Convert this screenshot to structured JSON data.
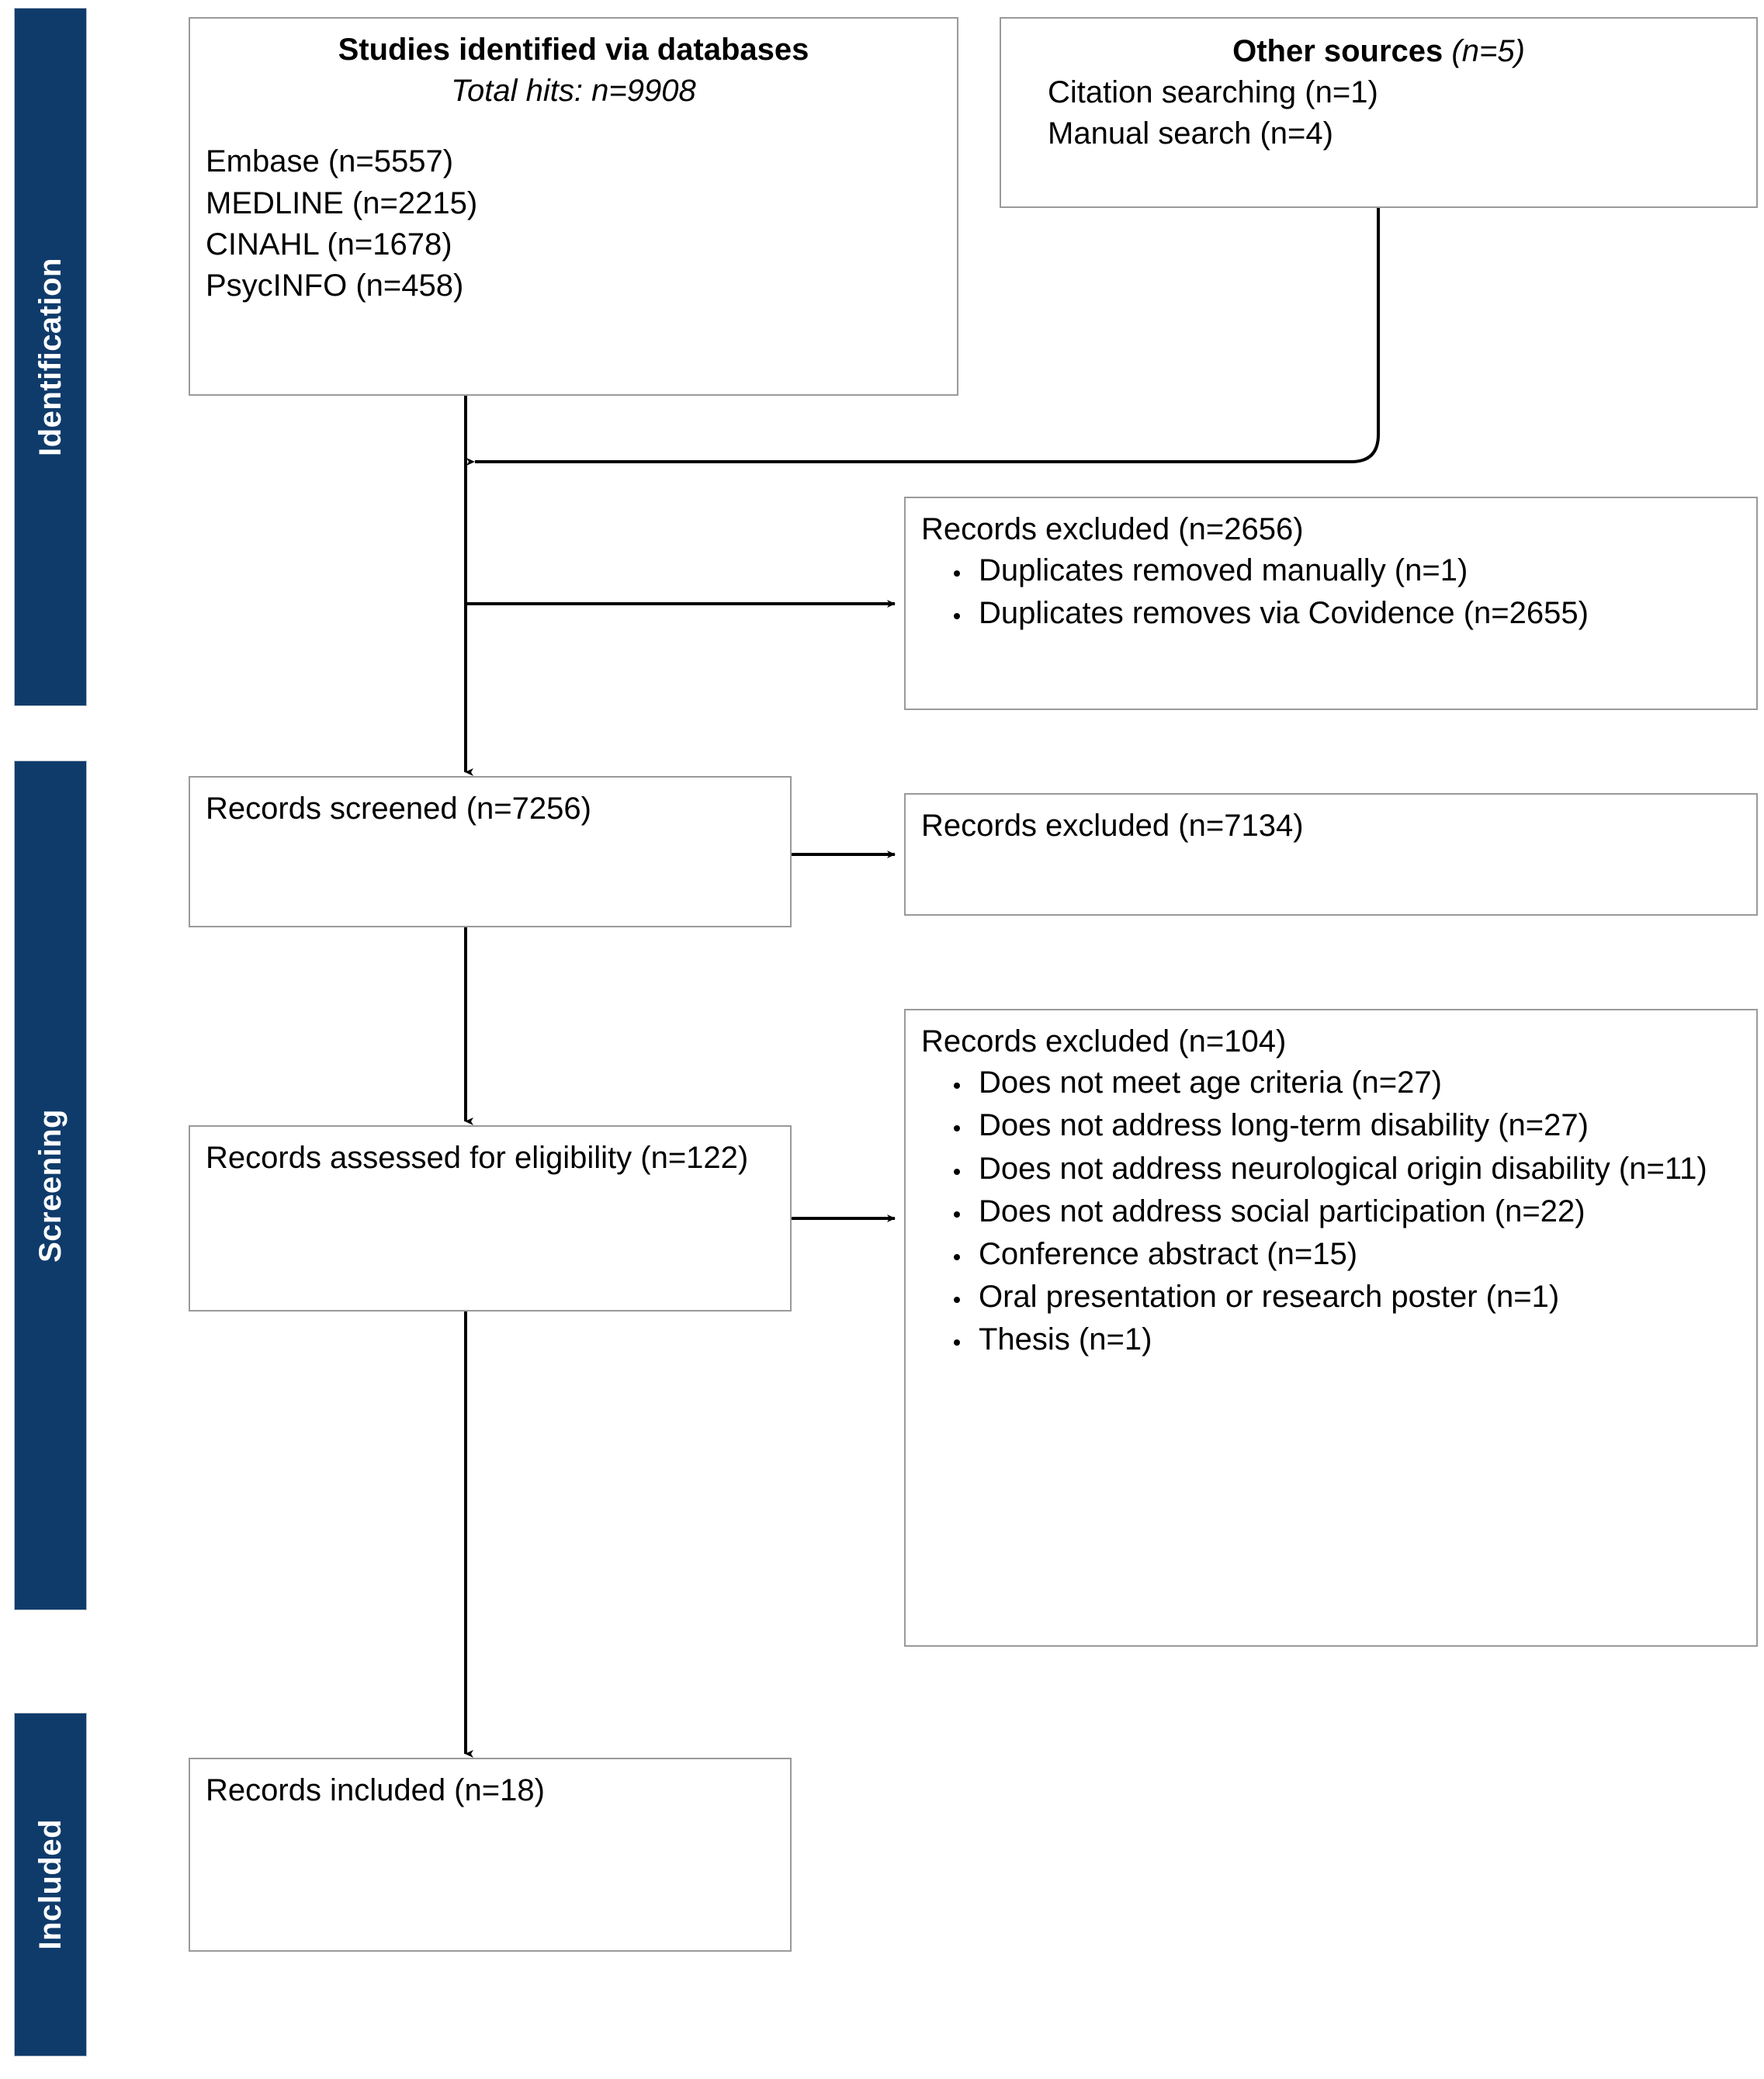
{
  "diagram": {
    "type": "prisma-flow-diagram",
    "accent_color": "#0f3b6b",
    "box_border_color": "#9a9a9a",
    "background": "#ffffff"
  },
  "stages": {
    "identification": "Identification",
    "screening": "Screening",
    "included": "Included"
  },
  "boxes": {
    "databases": {
      "title": "Studies identified via databases",
      "subtitle": "Total hits: n=9908",
      "sources": [
        "Embase (n=5557)",
        "MEDLINE (n=2215)",
        "CINAHL (n=1678)",
        "PsycINFO (n=458)"
      ]
    },
    "other_sources": {
      "title": "Other sources",
      "title_count": "(n=5)",
      "items": [
        "Citation searching (n=1)",
        "Manual search (n=4)"
      ]
    },
    "excluded_duplicates": {
      "heading": "Records excluded (n=2656)",
      "bullets": [
        "Duplicates removed manually (n=1)",
        "Duplicates removes via Covidence (n=2655)"
      ]
    },
    "records_screened": {
      "label": "Records screened (n=7256)"
    },
    "excluded_screening": {
      "label": "Records excluded (n=7134)"
    },
    "records_eligibility": {
      "line1": "Records assessed for eligibility",
      "line2": "(n=122)"
    },
    "excluded_eligibility": {
      "heading": "Records excluded (n=104)",
      "bullets": [
        "Does not meet age criteria (n=27)",
        "Does not address long-term disability (n=27)",
        "Does not address neurological origin disability (n=11)",
        "Does not address social participation (n=22)",
        "Conference abstract (n=15)",
        "Oral presentation or research poster (n=1)",
        "Thesis (n=1)"
      ]
    },
    "records_included": {
      "label": "Records included (n=18)"
    }
  },
  "flow_counts": {
    "total_hits": 9908,
    "embase": 5557,
    "medline": 2215,
    "cinahl": 1678,
    "psycinfo": 458,
    "other_sources": 5,
    "citation_searching": 1,
    "manual_search": 4,
    "excluded_duplicates_total": 2656,
    "duplicates_removed_manually": 1,
    "duplicates_removed_covidence": 2655,
    "records_screened": 7256,
    "records_excluded_screening": 7134,
    "records_assessed_eligibility": 122,
    "records_excluded_eligibility": 104,
    "excluded_age_criteria": 27,
    "excluded_long_term_disability": 27,
    "excluded_neurological_origin": 11,
    "excluded_social_participation": 22,
    "excluded_conference_abstract": 15,
    "excluded_oral_or_poster": 1,
    "excluded_thesis": 1,
    "records_included": 18
  }
}
